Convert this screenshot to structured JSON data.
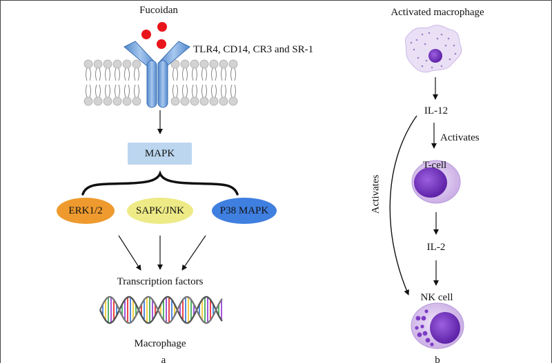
{
  "panel_a": {
    "fucoidan_label": "Fucoidan",
    "receptor_label": "TLR4, CD14, CR3 and SR-1",
    "mapk_label": "MAPK",
    "pathways": [
      {
        "label": "ERK1/2",
        "color": "#ee9a2e"
      },
      {
        "label": "SAPK/JNK",
        "color": "#eeea86"
      },
      {
        "label": "P38 MAPK",
        "color": "#3f7fe0"
      }
    ],
    "transcription_label": "Transcription factors",
    "macrophage_label": "Macrophage",
    "panel_letter": "a"
  },
  "panel_b": {
    "activated_macrophage_label": "Activated macrophage",
    "il12_label": "IL-12",
    "activates_label": "Activates",
    "tcell_label": "T-cell",
    "il2_label": "IL-2",
    "nkcell_label": "NK cell",
    "side_activates_label": "Activates",
    "panel_letter": "b"
  },
  "colors": {
    "fucoidan_dot": "#e8151b",
    "receptor": "#6f9fd6",
    "membrane_head": "#d3d3d3",
    "cell_body": "#c9aee3",
    "nucleus": "#7d3bc5"
  }
}
